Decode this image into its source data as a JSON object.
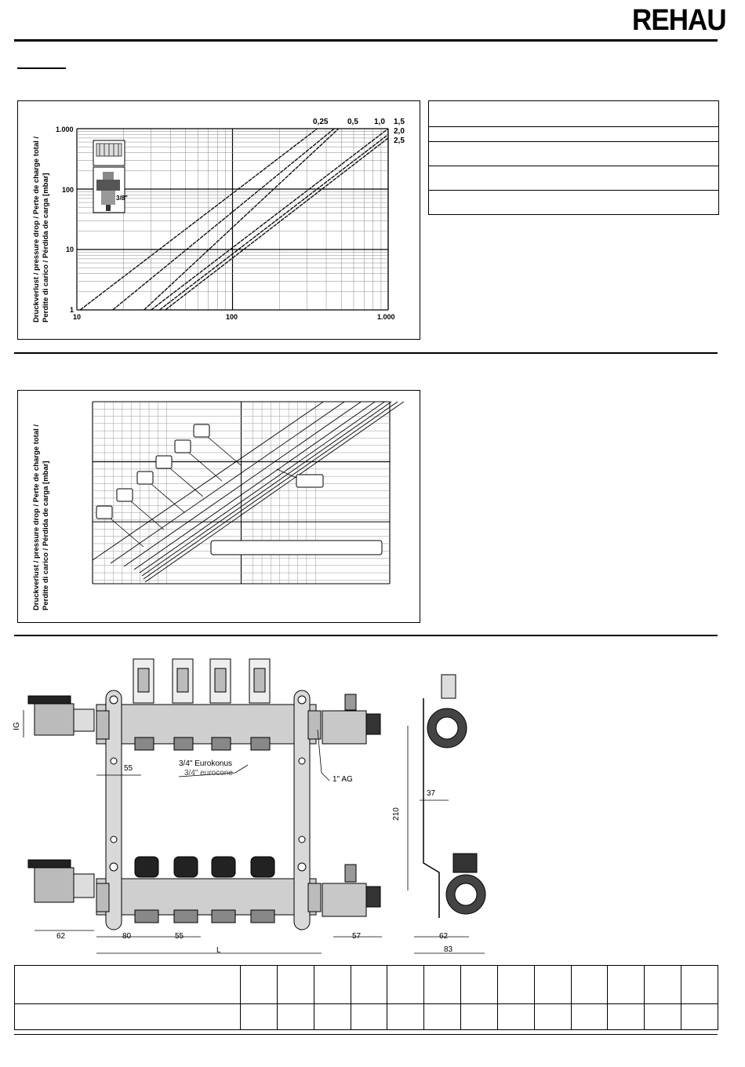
{
  "header": {
    "brand": "REHAU"
  },
  "chart1": {
    "ylabel_line1": "Druckverlust / pressure drop / Perte de charge total /",
    "ylabel_line2": "Perdite di carico / Pérdida de carga [mbar]",
    "y_ticks": [
      "1.000",
      "100",
      "10",
      "1"
    ],
    "x_ticks": [
      "10",
      "100",
      "1.000"
    ],
    "curve_labels": [
      "0,25",
      "0,5",
      "1,0",
      "1,5",
      "2,0",
      "2,5"
    ],
    "valve_label": "3/8\""
  },
  "chart2": {
    "ylabel_line1": "Druckverlust / pressure drop / Perte de charge total /",
    "ylabel_line2": "Perdite di carico / Pérdida de carga [mbar]"
  },
  "chart_data": [
    {
      "type": "line",
      "title": "",
      "ylabel": "Druckverlust / pressure drop / Perte de charge total / Perdite di carico / Pérdida de carga [mbar]",
      "xlabel": "",
      "x_scale": "log",
      "y_scale": "log",
      "xlim": [
        10,
        1000
      ],
      "ylim": [
        1,
        1000
      ],
      "grid": true,
      "series": [
        {
          "name": "0,25",
          "x": [
            10.5,
            350
          ],
          "y": [
            1,
            1000
          ]
        },
        {
          "name": "0,5",
          "x": [
            17,
            450
          ],
          "y": [
            1,
            1000
          ]
        },
        {
          "name": "1,0",
          "x": [
            27,
            480
          ],
          "y": [
            1,
            1000
          ]
        },
        {
          "name": "1,5",
          "x": [
            30,
            1000
          ],
          "y": [
            1,
            1000
          ]
        },
        {
          "name": "2,0",
          "x": [
            34,
            1000
          ],
          "y": [
            1,
            800
          ]
        },
        {
          "name": "2,5",
          "x": [
            37,
            1000
          ],
          "y": [
            1,
            700
          ]
        }
      ]
    }
  ],
  "drawing": {
    "ig": "IG",
    "eurokonus_de": "3/4\" Eurokonus",
    "eurokonus_en": "3/4\" eurocone",
    "ag": "1\" AG",
    "dim_55_top": "55",
    "dim_210": "210",
    "dim_37": "37",
    "dim_62_left": "62",
    "dim_80": "80",
    "dim_55_bottom": "55",
    "dim_57": "57",
    "dim_L": "L",
    "dim_62_right": "62",
    "dim_83": "83"
  }
}
